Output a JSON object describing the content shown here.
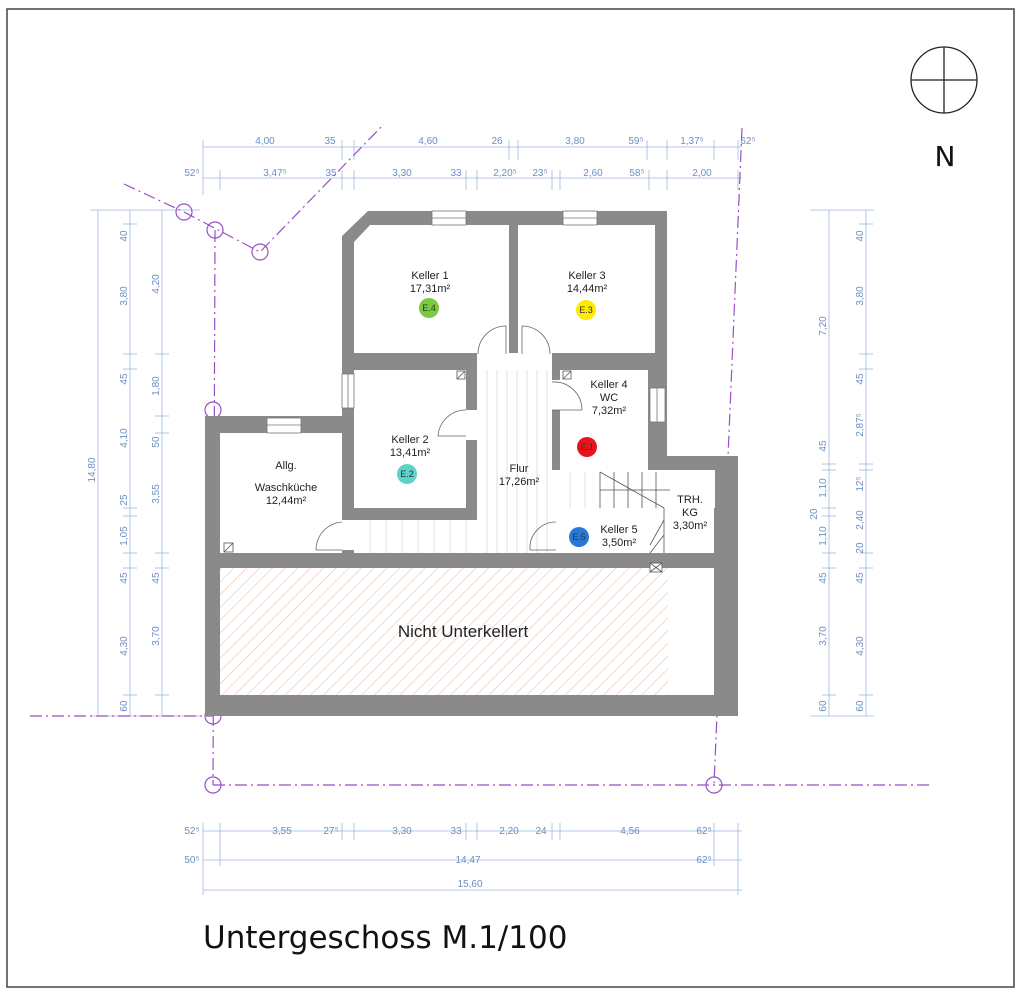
{
  "title": "Untergeschoss M.1/100",
  "north_label": "N",
  "unexcavated_label": "Nicht Unterkellert",
  "rooms": [
    {
      "id": "keller1",
      "name": "Keller 1",
      "area": "17,31m²",
      "marker": "E.4",
      "color": "#7ac943"
    },
    {
      "id": "keller3",
      "name": "Keller 3",
      "area": "14,44m²",
      "marker": "E.3",
      "color": "#ffeb00"
    },
    {
      "id": "keller4",
      "name": "Keller 4",
      "sub": "WC",
      "area": "7,32m²",
      "marker": "E.1",
      "color": "#e8141b"
    },
    {
      "id": "keller2",
      "name": "Keller 2",
      "area": "13,41m²",
      "marker": "E.2",
      "color": "#5fd3c9"
    },
    {
      "id": "flur",
      "name": "Flur",
      "area": "17,26m²"
    },
    {
      "id": "waschkueche",
      "name": "Allg.",
      "sub": "Waschküche",
      "area": "12,44m²"
    },
    {
      "id": "keller5",
      "name": "Keller 5",
      "area": "3,50m²",
      "marker": "E.5",
      "color": "#2a78d6"
    },
    {
      "id": "trh",
      "name": "TRH.",
      "sub": "KG",
      "area": "3,30m²"
    }
  ],
  "dimensions": {
    "top_row1": [
      "4,00",
      "35",
      "4,60",
      "26",
      "3,80",
      "59⁵",
      "1,37⁵",
      "62⁵"
    ],
    "top_row2": [
      "52⁵",
      "3,47⁵",
      "35",
      "3,30",
      "33",
      "2,20⁵",
      "23⁵",
      "2,60",
      "58⁵",
      "2,00"
    ],
    "left_outer": [
      "40",
      "3,80",
      "45",
      "4,10",
      "25",
      "1,05",
      "45",
      "4,30",
      "60"
    ],
    "left_inner": [
      "4,20",
      "1,80",
      "50",
      "3,55",
      "45",
      "3,70"
    ],
    "left_total": "14,80",
    "right_outer": [
      "40",
      "3,80",
      "45",
      "2,87⁵",
      "12⁵",
      "2,40",
      "20",
      "45",
      "4,30",
      "60"
    ],
    "right_inner": [
      "7,20",
      "45",
      "1,10",
      "1,10",
      "45",
      "3,70",
      "60"
    ],
    "right_mid": "20",
    "bottom_row1": [
      "52⁵",
      "3,55",
      "27⁵",
      "3,30",
      "33",
      "2,20",
      "24",
      "4,56",
      "62⁵"
    ],
    "bottom_row2": [
      "50⁵",
      "14,47",
      "62⁵"
    ],
    "bottom_total": "15,60"
  }
}
